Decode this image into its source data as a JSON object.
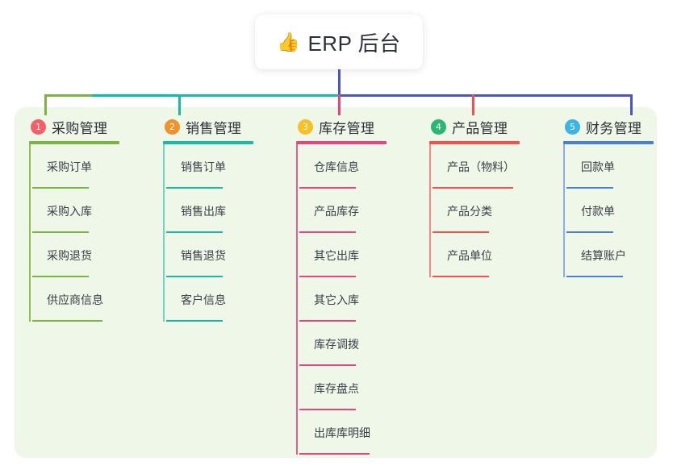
{
  "root": {
    "emoji": "👍",
    "title": "ERP 后台"
  },
  "colors": {
    "panel_bg": "#eef7e8",
    "trunk": "#4a54c6",
    "col1": "#7cb342",
    "col2": "#19b9a6",
    "col3": "#e8447f",
    "col4": "#f2514d",
    "col5": "#4a7fd4",
    "badge1": "#f2606a",
    "badge2": "#f0932b",
    "badge3": "#f5c125",
    "badge4": "#2bb673",
    "badge5": "#3cb4e5"
  },
  "columns": [
    {
      "number": "1",
      "title": "采购管理",
      "badge_color": "#f2606a",
      "items": [
        {
          "label": "采购订单",
          "rule_width": 70
        },
        {
          "label": "采购入库",
          "rule_width": 70
        },
        {
          "label": "采购退货",
          "rule_width": 70
        },
        {
          "label": "供应商信息",
          "rule_width": 87
        }
      ]
    },
    {
      "number": "2",
      "title": "销售管理",
      "badge_color": "#f0932b",
      "items": [
        {
          "label": "销售订单",
          "rule_width": 70
        },
        {
          "label": "销售出库",
          "rule_width": 70
        },
        {
          "label": "销售退货",
          "rule_width": 70
        },
        {
          "label": "客户信息",
          "rule_width": 70
        }
      ]
    },
    {
      "number": "3",
      "title": "库存管理",
      "badge_color": "#f5c125",
      "items": [
        {
          "label": "仓库信息",
          "rule_width": 70
        },
        {
          "label": "产品库存",
          "rule_width": 70
        },
        {
          "label": "其它出库",
          "rule_width": 70
        },
        {
          "label": "其它入库",
          "rule_width": 70
        },
        {
          "label": "库存调拨",
          "rule_width": 70
        },
        {
          "label": "库存盘点",
          "rule_width": 70
        },
        {
          "label": "出库库明细",
          "rule_width": 87
        }
      ]
    },
    {
      "number": "4",
      "title": "产品管理",
      "badge_color": "#2bb673",
      "items": [
        {
          "label": "产品（物料）",
          "rule_width": 100
        },
        {
          "label": "产品分类",
          "rule_width": 70
        },
        {
          "label": "产品单位",
          "rule_width": 70
        }
      ]
    },
    {
      "number": "5",
      "title": "财务管理",
      "badge_color": "#3cb4e5",
      "items": [
        {
          "label": "回款单",
          "rule_width": 58
        },
        {
          "label": "付款单",
          "rule_width": 58
        },
        {
          "label": "结算账户",
          "rule_width": 70
        }
      ]
    }
  ]
}
